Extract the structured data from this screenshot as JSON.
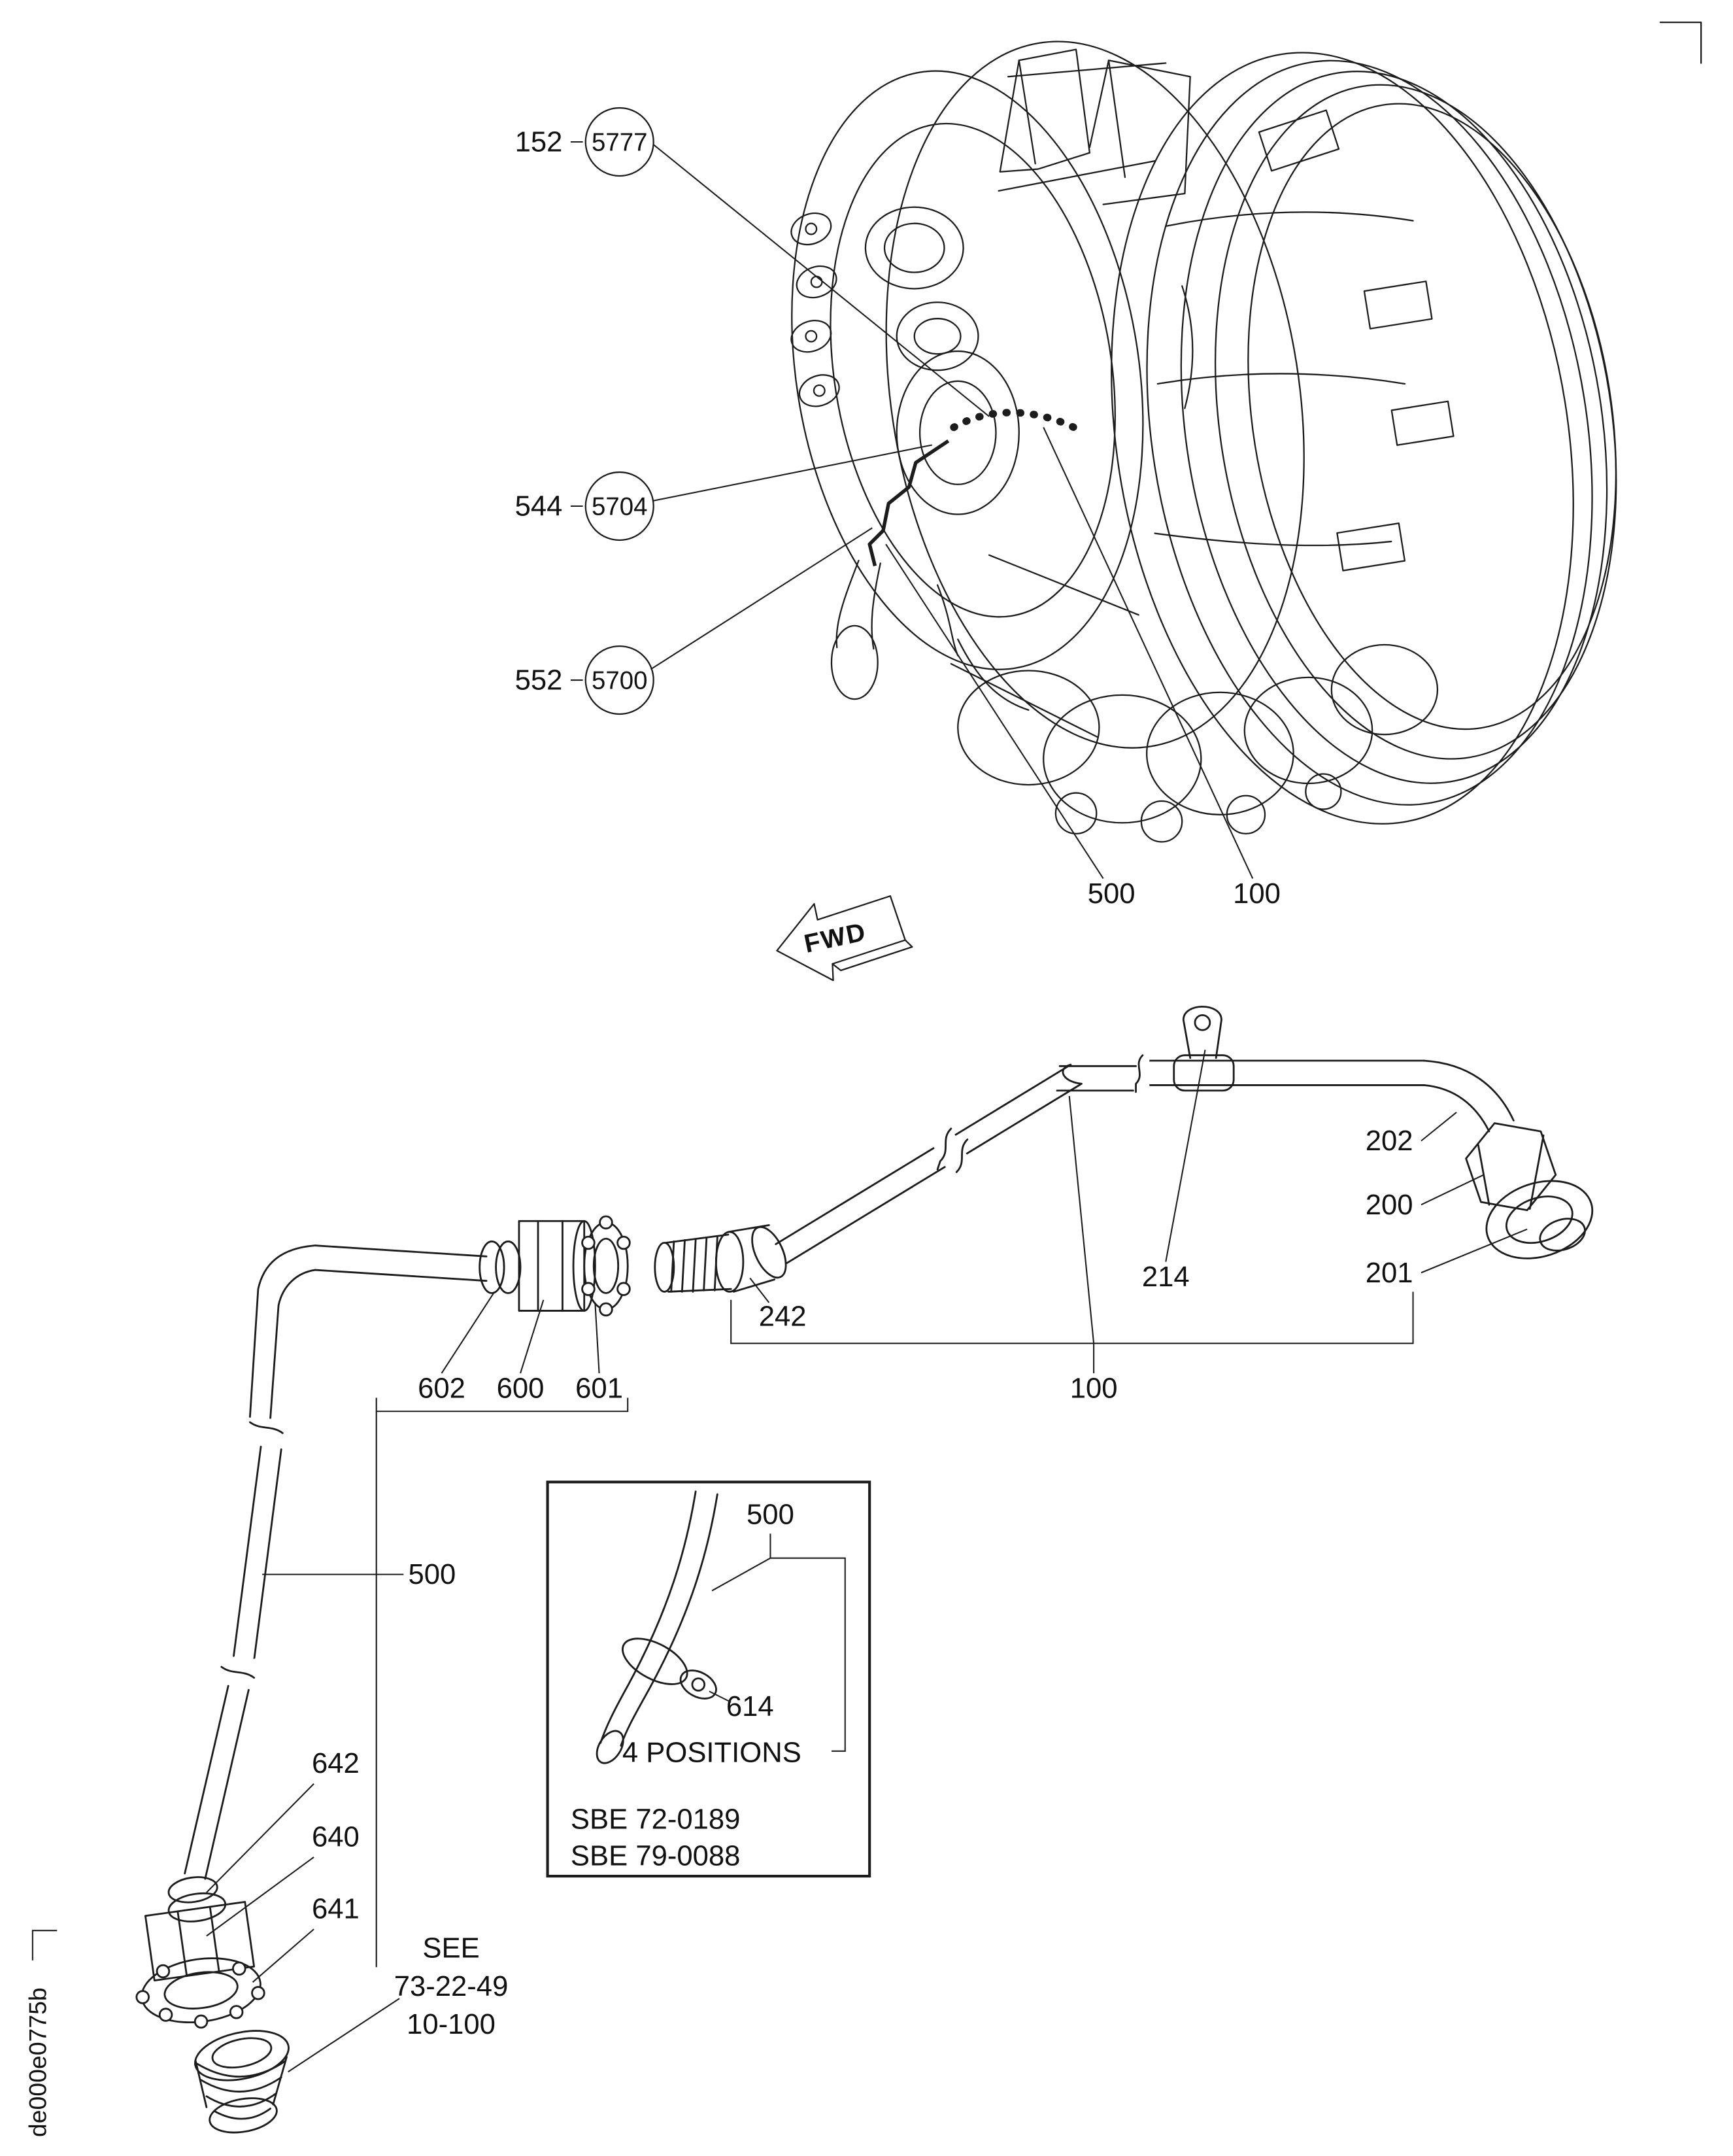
{
  "page": {
    "figure_code": "de000e0775b",
    "line_color": "#1c1c1c",
    "background": "#ffffff"
  },
  "engine_view": {
    "fwd_label": "FWD",
    "callouts": [
      {
        "item": "152",
        "ref": "5777"
      },
      {
        "item": "544",
        "ref": "5704"
      },
      {
        "item": "552",
        "ref": "5700"
      }
    ],
    "tube_labels": {
      "t500": "500",
      "t100": "100"
    }
  },
  "assembly_view": {
    "labels": {
      "l202": "202",
      "l200": "200",
      "l201": "201",
      "l214": "214",
      "l242": "242",
      "l602": "602",
      "l600": "600",
      "l601": "601",
      "l100": "100",
      "l500": "500",
      "l642": "642",
      "l640": "640",
      "l641": "641"
    },
    "see_note": {
      "line1": "SEE",
      "line2": "73-22-49",
      "line3": "10-100"
    }
  },
  "inset": {
    "labels": {
      "l500": "500",
      "l614": "614"
    },
    "note": "4 POSITIONS",
    "sbe_refs": [
      "SBE 72-0189",
      "SBE 79-0088"
    ]
  }
}
